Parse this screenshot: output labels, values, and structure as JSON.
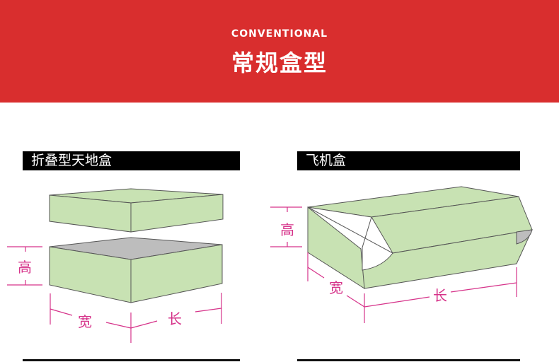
{
  "header": {
    "subtitle_en": "CONVENTIONAL",
    "title_cn": "常规盒型",
    "background_color": "#d92e2e"
  },
  "box_types": [
    {
      "label": "折叠型天地盒",
      "dimensions": {
        "height": "高",
        "width": "宽",
        "length": "长"
      }
    },
    {
      "label": "飞机盒",
      "dimensions": {
        "height": "高",
        "width": "宽",
        "length": "长"
      }
    }
  ],
  "colors": {
    "box_fill": "#c8e2b3",
    "box_inner": "#bdbdbd",
    "dimension_lines": "#d6338a"
  }
}
